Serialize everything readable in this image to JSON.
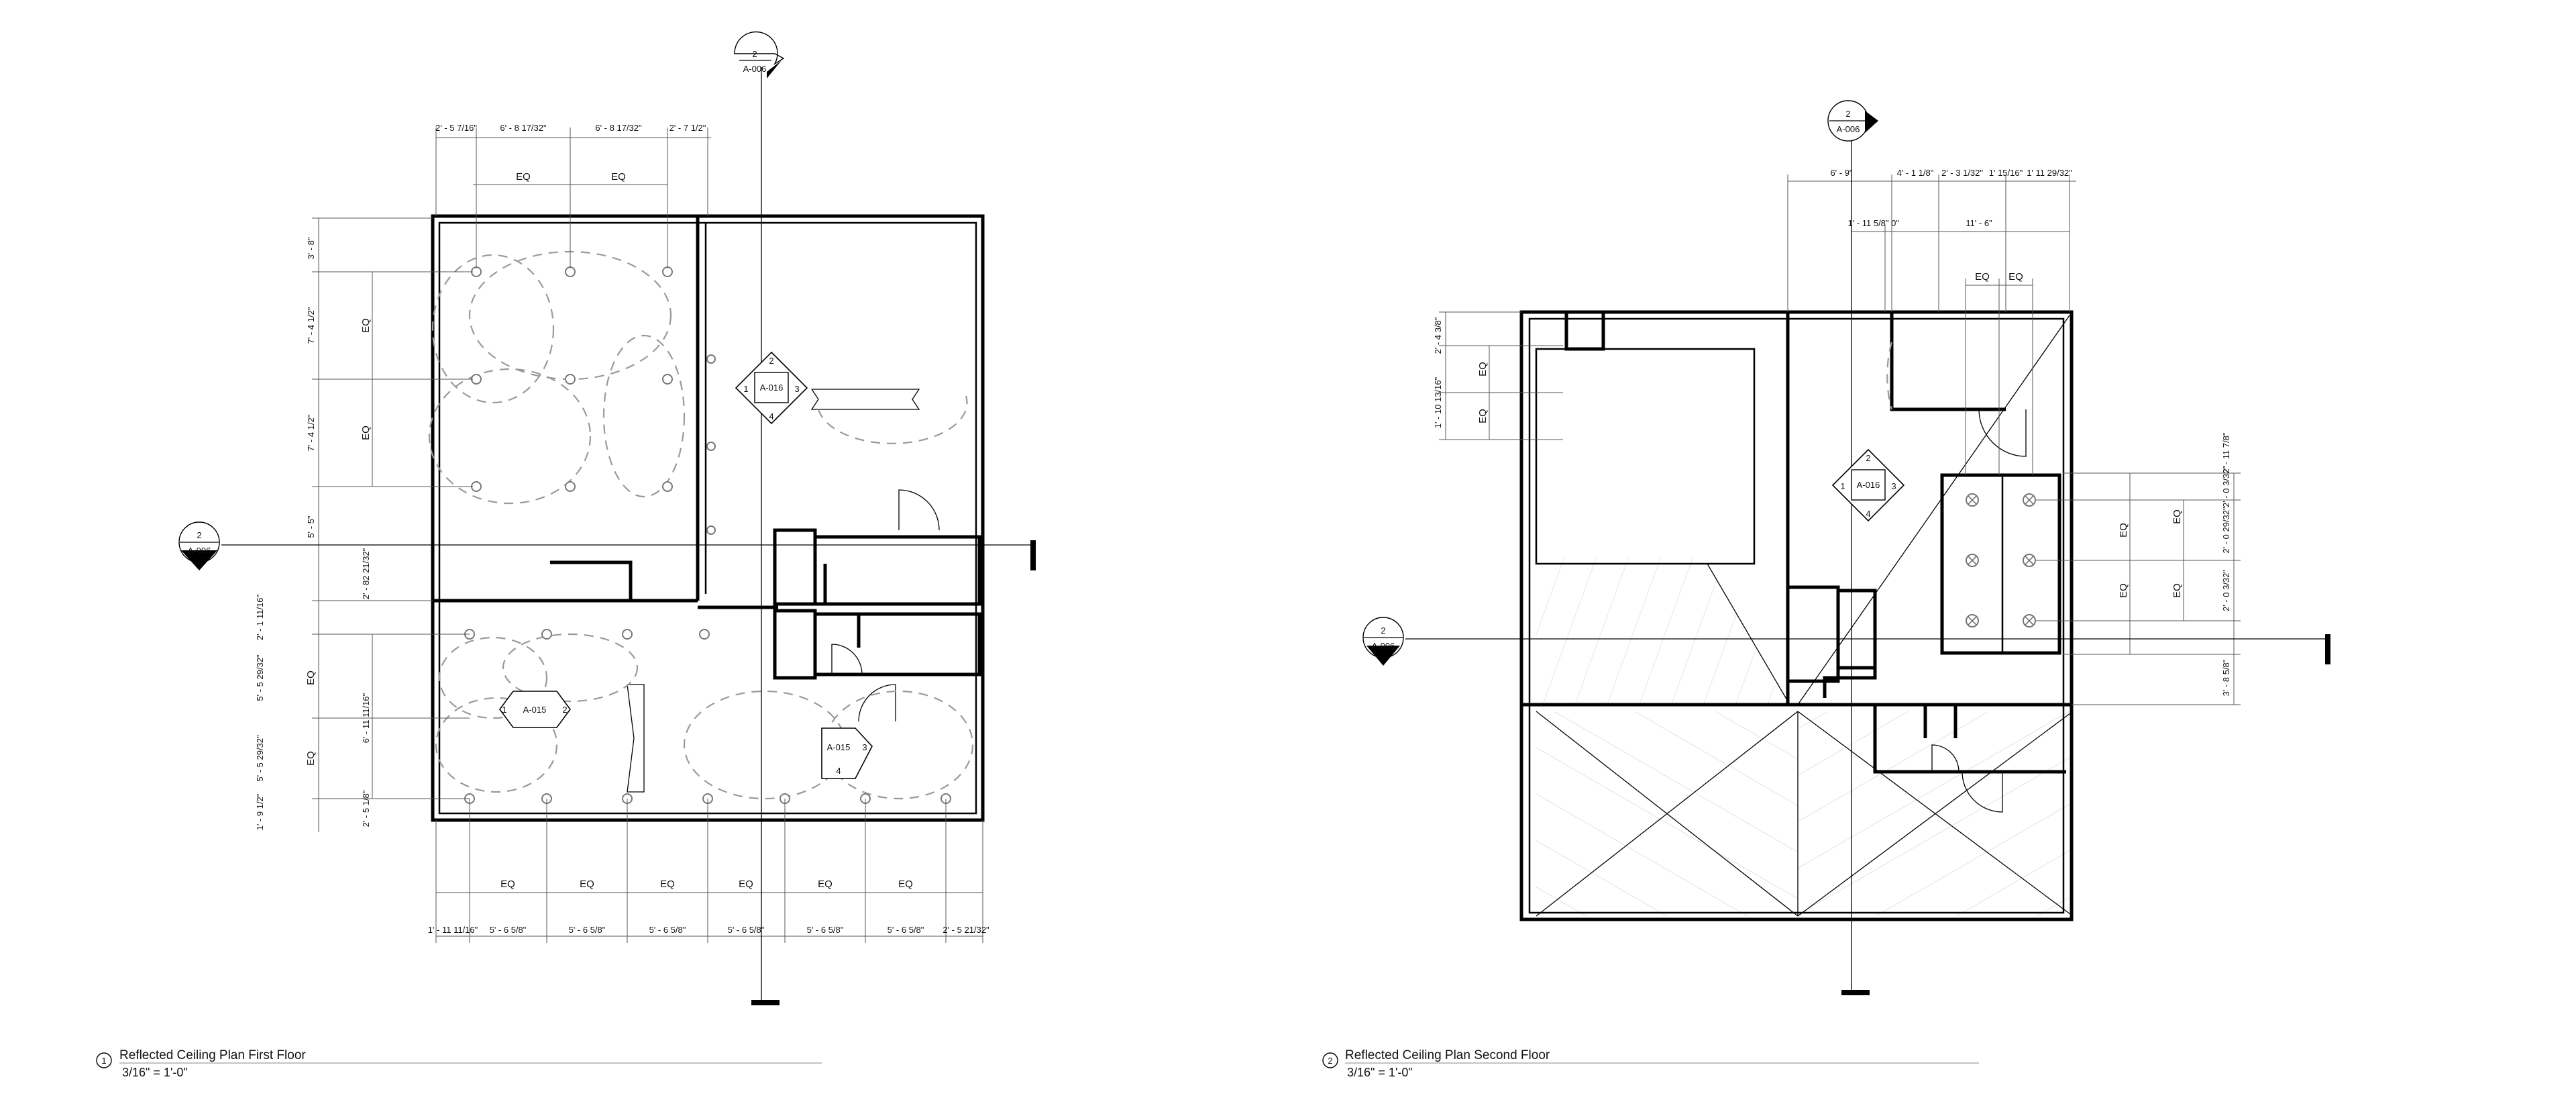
{
  "drawings": [
    {
      "title": "Reflected Ceiling Plan First Floor",
      "number": "1",
      "scale": "3/16\" = 1'-0\""
    },
    {
      "title": "Reflected Ceiling Plan Second Floor",
      "number": "2",
      "scale": "3/16\" = 1'-0\""
    }
  ],
  "section_markers": [
    {
      "num": "2",
      "sheet": "A-006"
    },
    {
      "num": "2",
      "sheet": "A-006"
    },
    {
      "num": "2",
      "sheet": "A-006"
    },
    {
      "num": "2",
      "sheet": "A-006"
    }
  ],
  "elevation_tags": [
    {
      "sheet": "A-016",
      "n1": "1",
      "n2": "2",
      "n3": "3",
      "n4": "4"
    },
    {
      "sheet": "A-015",
      "n1": "1",
      "n2": "2"
    },
    {
      "sheet": "A-015",
      "n2": "3",
      "n3": "4"
    },
    {
      "sheet": "A-016",
      "n1": "1",
      "n2": "2",
      "n3": "3",
      "n4": "4"
    }
  ],
  "dims_first_top": [
    "2' - 5 7/16\"",
    "6' - 8 17/32\"",
    "6' - 8 17/32\"",
    "2' - 7 1/2\"",
    "EQ",
    "EQ"
  ],
  "dims_first_left": [
    "3' - 8\"",
    "7' - 4 1/2\"",
    "EQ",
    "7' - 4 1/2\"",
    "EQ",
    "5' - 5\"",
    "2' - 82 21/32\"",
    "2' - 1 11/16\"",
    "5' - 5 29/32\"",
    "EQ",
    "6' - 11 11/16\"",
    "5' - 5 29/32\"",
    "EQ",
    "1' - 9 1/2\"",
    "2' - 5 1/8\""
  ],
  "dims_first_bottom": [
    "1' - 11 11/16\"",
    "5' - 6 5/8\"",
    "5' - 6 5/8\"",
    "5' - 6 5/8\"",
    "5' - 6 5/8\"",
    "5' - 6 5/8\"",
    "5' - 6 5/8\"",
    "2' - 5 21/32\"",
    "EQ",
    "EQ",
    "EQ",
    "EQ",
    "EQ",
    "EQ"
  ],
  "dims_second_top": [
    "6' - 9\"",
    "4' - 1 1/8\"",
    "2' - 3 1/32\"",
    "1' 15/16\"",
    "1' 11 29/32\"",
    "1' - 11 5/8\"",
    "0\"",
    "11' - 6\"",
    "EQ",
    "EQ"
  ],
  "dims_second_left": [
    "2' - 4 3/8\"",
    "EQ",
    "1' - 10 13/16\"",
    "EQ"
  ],
  "dims_second_right": [
    "2' - 11 7/8\"",
    "2' - 0 3/32\"",
    "EQ",
    "EQ",
    "2' - 0 29/32\"",
    "EQ",
    "2' - 0 3/32\"",
    "EQ",
    "3' - 8 5/8\""
  ]
}
